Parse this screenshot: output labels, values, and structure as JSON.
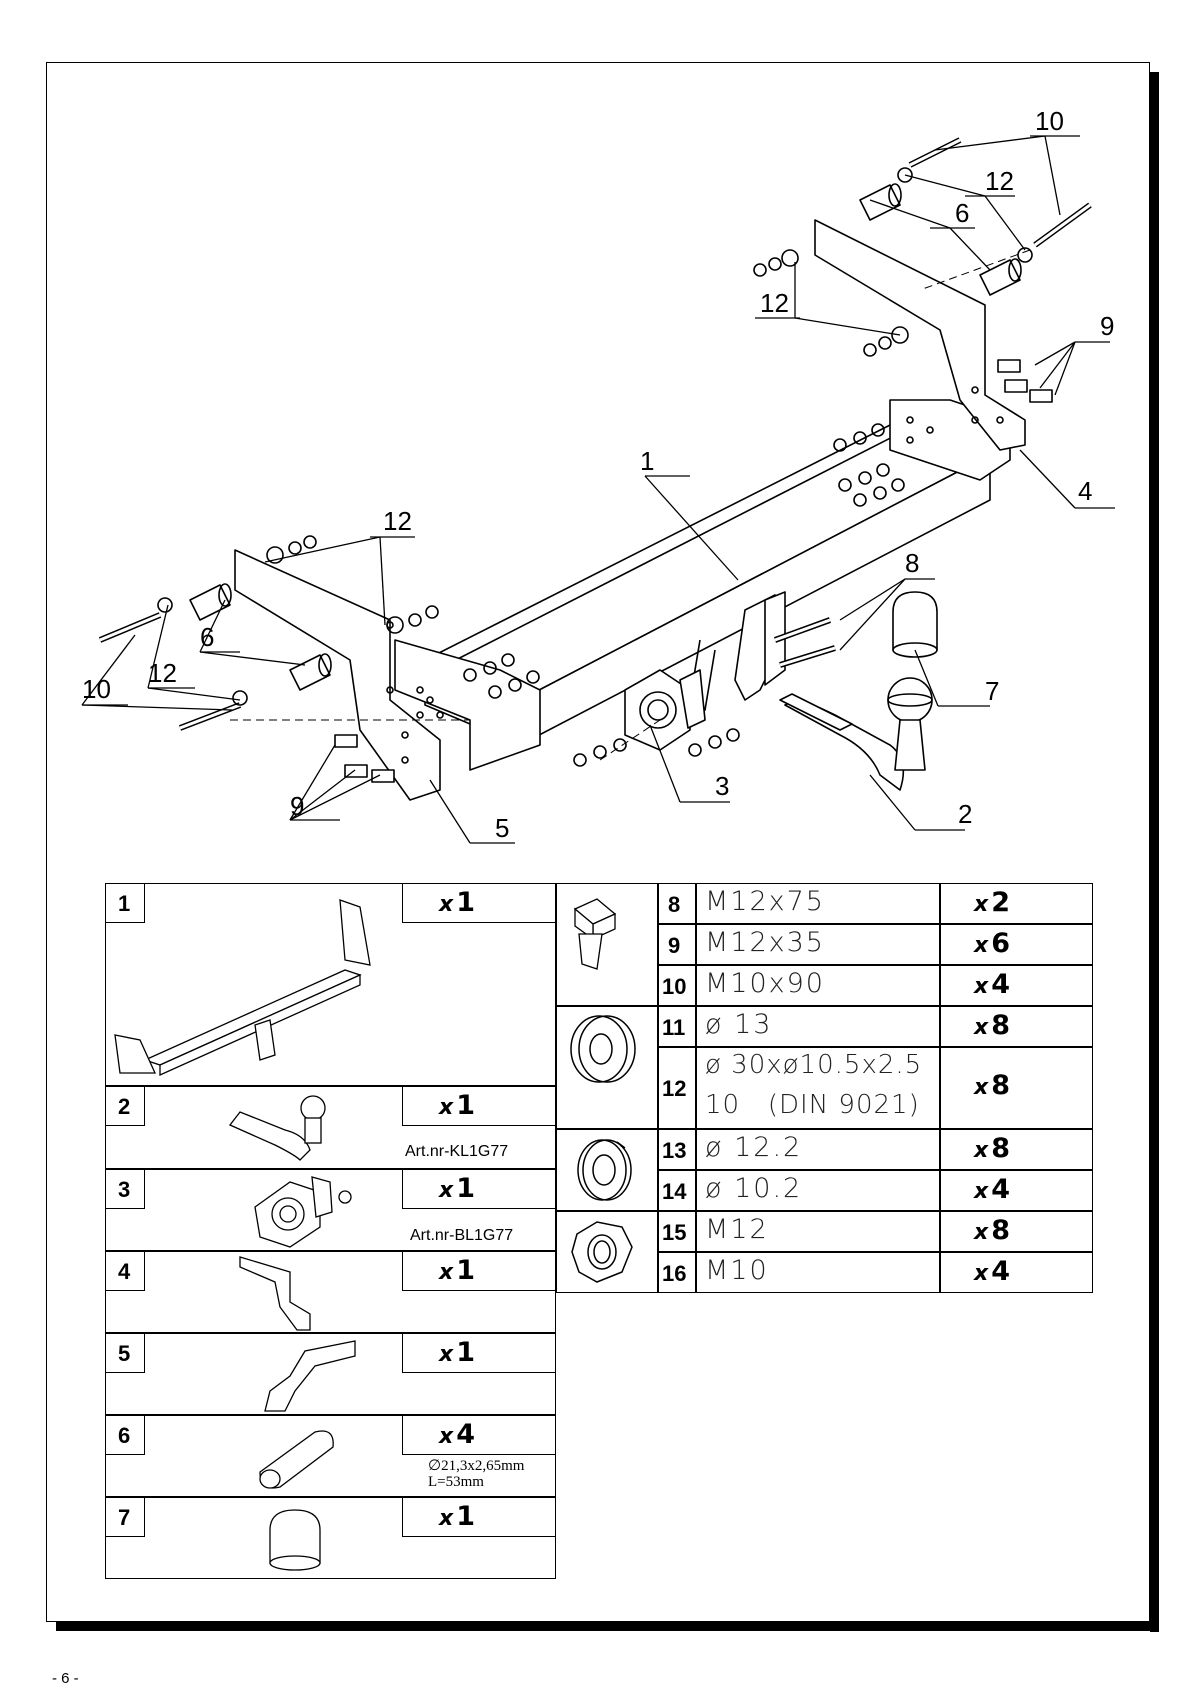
{
  "page": {
    "number": "- 6 -"
  },
  "callouts": [
    "1",
    "2",
    "3",
    "4",
    "5",
    "6",
    "6",
    "7",
    "8",
    "9",
    "9",
    "10",
    "10",
    "12",
    "12",
    "12",
    "12"
  ],
  "parts_left": [
    {
      "num": "1",
      "qty_x": "x",
      "qty_n": "1",
      "note": ""
    },
    {
      "num": "2",
      "qty_x": "x",
      "qty_n": "1",
      "note": "Art.nr-KL1G77"
    },
    {
      "num": "3",
      "qty_x": "x",
      "qty_n": "1",
      "note": "Art.nr-BL1G77"
    },
    {
      "num": "4",
      "qty_x": "x",
      "qty_n": "1",
      "note": ""
    },
    {
      "num": "5",
      "qty_x": "x",
      "qty_n": "1",
      "note": ""
    },
    {
      "num": "6",
      "qty_x": "x",
      "qty_n": "4",
      "note1": "∅21,3x2,65mm",
      "note2": "L=53mm"
    },
    {
      "num": "7",
      "qty_x": "x",
      "qty_n": "1",
      "note": ""
    }
  ],
  "parts_right": [
    {
      "num": "8",
      "spec": "M12x75",
      "qty_x": "x",
      "qty_n": "2"
    },
    {
      "num": "9",
      "spec": "M12x35",
      "qty_x": "x",
      "qty_n": "6"
    },
    {
      "num": "10",
      "spec": "M10x90",
      "qty_x": "x",
      "qty_n": "4"
    },
    {
      "num": "11",
      "spec": "ø 13",
      "qty_x": "x",
      "qty_n": "8"
    },
    {
      "num": "12",
      "spec": "ø 30xø10.5x2.5",
      "spec2": "10   (DIN 9021)",
      "qty_x": "x",
      "qty_n": "8"
    },
    {
      "num": "13",
      "spec": "ø 12.2",
      "qty_x": "x",
      "qty_n": "8"
    },
    {
      "num": "14",
      "spec": "ø 10.2",
      "qty_x": "x",
      "qty_n": "4"
    },
    {
      "num": "15",
      "spec": "M12",
      "qty_x": "x",
      "qty_n": "8"
    },
    {
      "num": "16",
      "spec": "M10",
      "qty_x": "x",
      "qty_n": "4"
    }
  ]
}
